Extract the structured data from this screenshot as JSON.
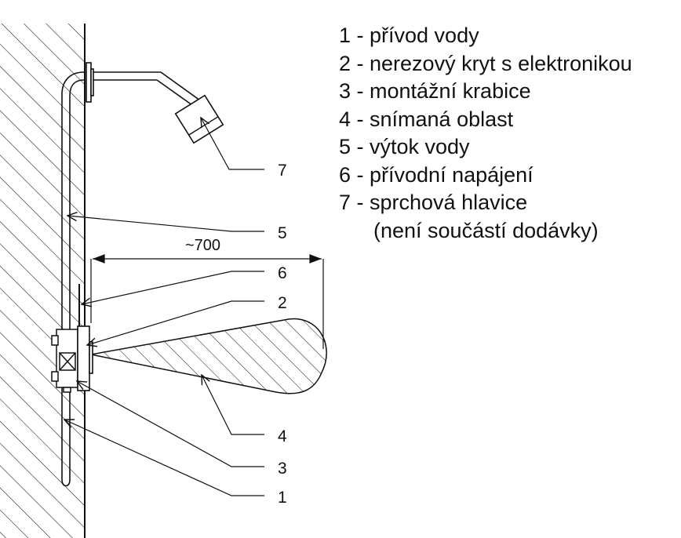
{
  "legend": [
    "1 - přívod vody",
    "2 - nerezový kryt s elektronikou",
    "3 - montážní krabice",
    "4 - snímaná oblast",
    "5 - výtok vody",
    "6 - přívodní napájení",
    "7 - sprchová hlavice",
    "(není součástí dodávky)"
  ],
  "callouts": {
    "c1": "1",
    "c2": "2",
    "c3": "3",
    "c4": "4",
    "c5": "5",
    "c6": "6",
    "c7": "7"
  },
  "dimension": "~700"
}
